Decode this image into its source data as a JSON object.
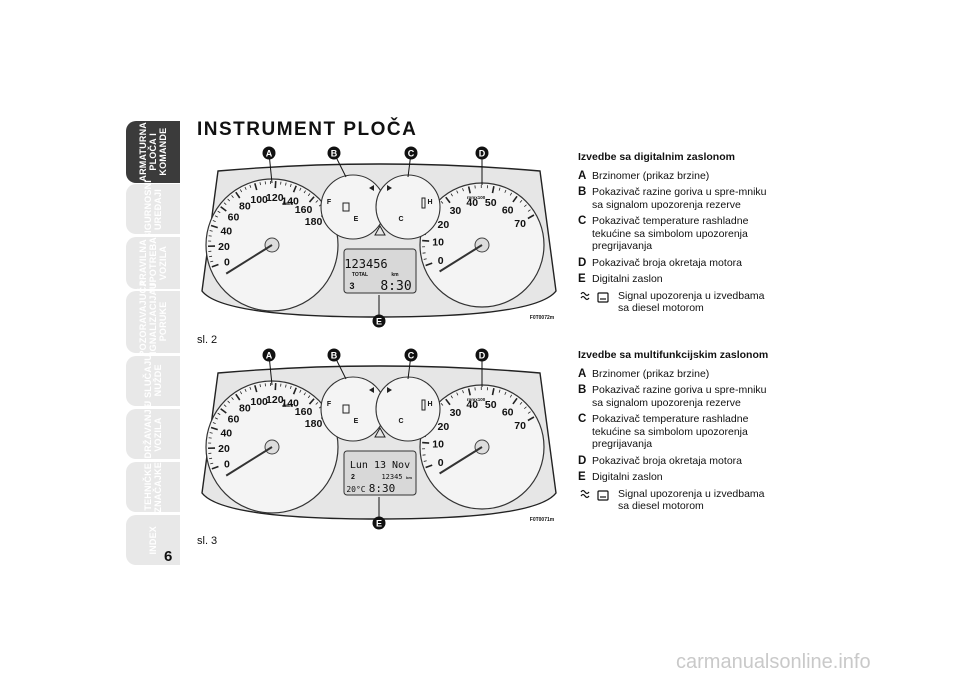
{
  "sidebar": {
    "page_number": "6",
    "tabs": [
      {
        "label": "ARMATURNA\nPLOČA I\nKOMANDE",
        "active": true
      },
      {
        "label": "SIGURNOSNI\nUREĐAJI",
        "active": false
      },
      {
        "label": "PRAVILNA\nUPOTREBA\nVOZILA",
        "active": false
      },
      {
        "label": "UPOZORAVAJUĆA\nSIGNALIZACIJA I\nPORUKE",
        "active": false
      },
      {
        "label": "U SLUČAJU\nNUŽDE",
        "active": false
      },
      {
        "label": "ODRŽAVANJE\nVOZILA",
        "active": false
      },
      {
        "label": "TEHNIČKE\nZNAČAJKE",
        "active": false
      },
      {
        "label": "INDEX",
        "active": false
      }
    ]
  },
  "title": "INSTRUMENT PLOČA",
  "figures": [
    {
      "caption": "sl. 2",
      "code": "F0T0072m",
      "callouts": [
        "A",
        "B",
        "C",
        "D",
        "E"
      ],
      "speedo_labels": [
        "0",
        "20",
        "40",
        "60",
        "80",
        "100",
        "120",
        "140",
        "160",
        "180"
      ],
      "speed_unit": "km/h",
      "tacho_labels": [
        "0",
        "10",
        "20",
        "30",
        "40",
        "50",
        "60",
        "70"
      ],
      "tacho_unit": "rpmx100",
      "fuel_f": "F",
      "fuel_e": "E",
      "temp_h": "H",
      "temp_c": "C",
      "display": {
        "odo": "123456",
        "total": "TOTAL",
        "km": "km",
        "gear": "3",
        "time": "8:30"
      }
    },
    {
      "caption": "sl. 3",
      "code": "F0T0071m",
      "callouts": [
        "A",
        "B",
        "C",
        "D",
        "E"
      ],
      "speedo_labels": [
        "0",
        "20",
        "40",
        "60",
        "80",
        "100",
        "120",
        "140",
        "160",
        "180"
      ],
      "speed_unit": "km/h",
      "tacho_labels": [
        "0",
        "10",
        "20",
        "30",
        "40",
        "50",
        "60",
        "70"
      ],
      "tacho_unit": "rpmx100",
      "fuel_f": "F",
      "fuel_e": "E",
      "temp_h": "H",
      "temp_c": "C",
      "display": {
        "date": "Lun 13 Nov",
        "gear": "2",
        "odo": "12345",
        "km": "km",
        "temp": "20°C",
        "time": "8:30"
      }
    }
  ],
  "legends": [
    {
      "heading": "Izvedbe sa digitalnim zaslonom",
      "items": [
        {
          "key": "A",
          "text": "Brzinomer (prikaz brzine)"
        },
        {
          "key": "B",
          "text": "Pokazivač razine goriva u spre-mniku sa signalom upozorenja rezerve"
        },
        {
          "key": "C",
          "text": "Pokazivač temperature rashladne tekućine sa simbolom upozorenja pregrijavanja"
        },
        {
          "key": "D",
          "text": "Pokazivač broja okretaja motora"
        },
        {
          "key": "E",
          "text": "Digitalni zaslon"
        }
      ],
      "signal": "Signal upozorenja u izvedbama sa diesel motorom"
    },
    {
      "heading": "Izvedbe sa multifunkcijskim zaslonom",
      "items": [
        {
          "key": "A",
          "text": "Brzinomer (prikaz brzine)"
        },
        {
          "key": "B",
          "text": "Pokazivač razine goriva u spre-mniku sa signalom upozorenja rezerve"
        },
        {
          "key": "C",
          "text": "Pokazivač temperature rashladne tekućine sa simbolom upozorenja pregrijavanja"
        },
        {
          "key": "D",
          "text": "Pokazivač broja okretaja motora"
        },
        {
          "key": "E",
          "text": "Digitalni zaslon"
        }
      ],
      "signal": "Signal upozorenja u izvedbama sa diesel motorom"
    }
  ],
  "watermark": "carmanualsonline.info",
  "icons": [
    "glow-plug-icon",
    "water-in-fuel-icon"
  ]
}
